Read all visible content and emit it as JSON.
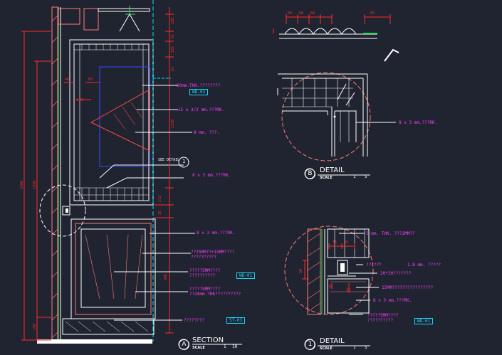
{
  "section": {
    "label_a": "20mm.THK.????????",
    "tag_a": "WD-03",
    "label_b": "15 x 3/2 mm.???RK.",
    "label_c": "8 mm. ???.",
    "see_detail": "SEE DETAIL",
    "see_detail_num": "1",
    "label_d": "8 x 3 mm.???RK.",
    "label_e": "8 x 3 mm.???RK.",
    "label_f1": "??25MM??+15MM????",
    "label_f2": "??????????",
    "label_g1": "?????5MM????",
    "label_g2": "??????????",
    "tag_g": "WD-01",
    "label_h1": "?????5MM????",
    "label_h2": "??28mm.THK??????????",
    "label_i": "????????",
    "tag_i": "ST-03",
    "dims_right": [
      "180",
      "61",
      "125",
      "61",
      "1330",
      "112",
      "25",
      "900"
    ],
    "dims_left": [
      "2480",
      "1930",
      "150"
    ],
    "dims_inner": [
      "40",
      "60",
      "185"
    ],
    "title": "SECTION",
    "bubble": "A",
    "scale_label": "SCALE",
    "scale_num": "1",
    "scale_den": "10"
  },
  "detail_b": {
    "dims_top": [
      "50",
      "60",
      "60",
      "65"
    ],
    "label": "8 x 3 mm.???RK.",
    "title": "DETAIL",
    "bubble": "B",
    "scale_label": "SCALE",
    "scale_num": "1",
    "scale_den": "5"
  },
  "detail_1": {
    "label_a": "5 mm. THK. ???2MM??",
    "dims": [
      "35",
      "35",
      "30",
      "10",
      "20"
    ],
    "label_b": "??????",
    "label_b2": "1.8 mm. ?????",
    "label_c": "20*30???????",
    "label_d": "15MM????????????????",
    "label_e": "8 x 3 mm.???RK.",
    "label_f1": "?????5MM????",
    "label_f2": "??????????",
    "tag_f": "WD-01",
    "title": "DETAIL",
    "bubble": "1",
    "scale_label": "SCALE",
    "scale_num": "1",
    "scale_den": "5"
  },
  "colors": {
    "background": "#1f2430",
    "linework": "#ffffff",
    "dimension": "#ff2a2a",
    "annotation": "#ff3cff",
    "reference_tag": "#19d7ff",
    "centerline": "#00e5ff",
    "glass": "#ff5a5a",
    "green_line": "#27e05a"
  }
}
